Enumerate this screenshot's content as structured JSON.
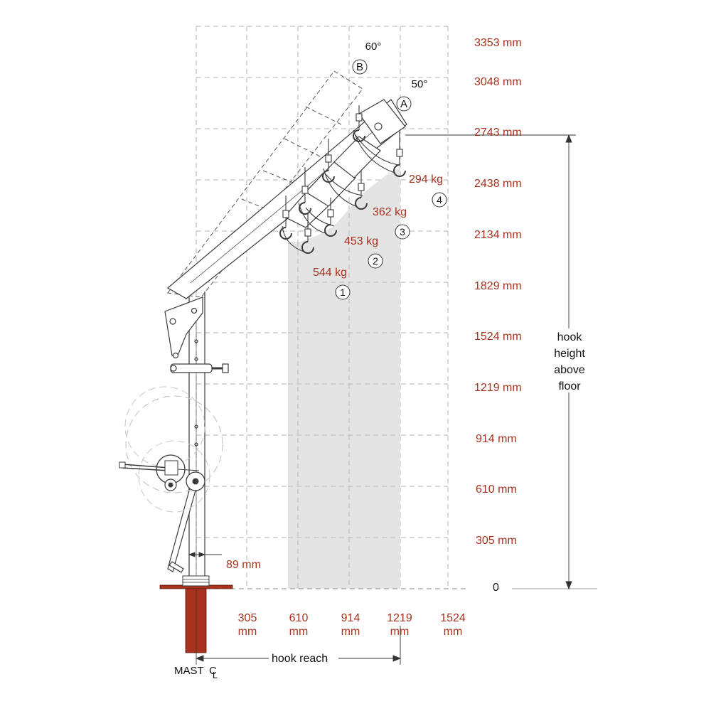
{
  "diagram": {
    "height_labels": [
      "0",
      "305 mm",
      "610 mm",
      "914 mm",
      "1219 mm",
      "1524 mm",
      "1829 mm",
      "2134 mm",
      "2438 mm",
      "2743 mm",
      "3048 mm",
      "3353 mm"
    ],
    "reach_labels": [
      {
        "value": "305",
        "unit": "mm"
      },
      {
        "value": "610",
        "unit": "mm"
      },
      {
        "value": "914",
        "unit": "mm"
      },
      {
        "value": "1219",
        "unit": "mm"
      },
      {
        "value": "1524",
        "unit": "mm"
      }
    ],
    "loads": [
      {
        "marker": "1",
        "capacity": "544 kg"
      },
      {
        "marker": "2",
        "capacity": "453 kg"
      },
      {
        "marker": "3",
        "capacity": "362 kg"
      },
      {
        "marker": "4",
        "capacity": "294 kg"
      }
    ],
    "boom_angles": [
      {
        "marker": "A",
        "angle": "50°"
      },
      {
        "marker": "B",
        "angle": "60°"
      }
    ],
    "mast_offset_label": "89 mm",
    "hook_height_label": [
      "hook",
      "height",
      "above",
      "floor"
    ],
    "hook_reach_label": "hook reach",
    "mast_label": "MAST",
    "centerline_label": "CL",
    "colors": {
      "dimension_red": "#a8321e",
      "mast_red": "#a8321e",
      "mast_dark": "#5a1a10",
      "shade": "#e4e4e4",
      "grid": "#b0b0b0",
      "line": "#3a3a3a"
    }
  }
}
